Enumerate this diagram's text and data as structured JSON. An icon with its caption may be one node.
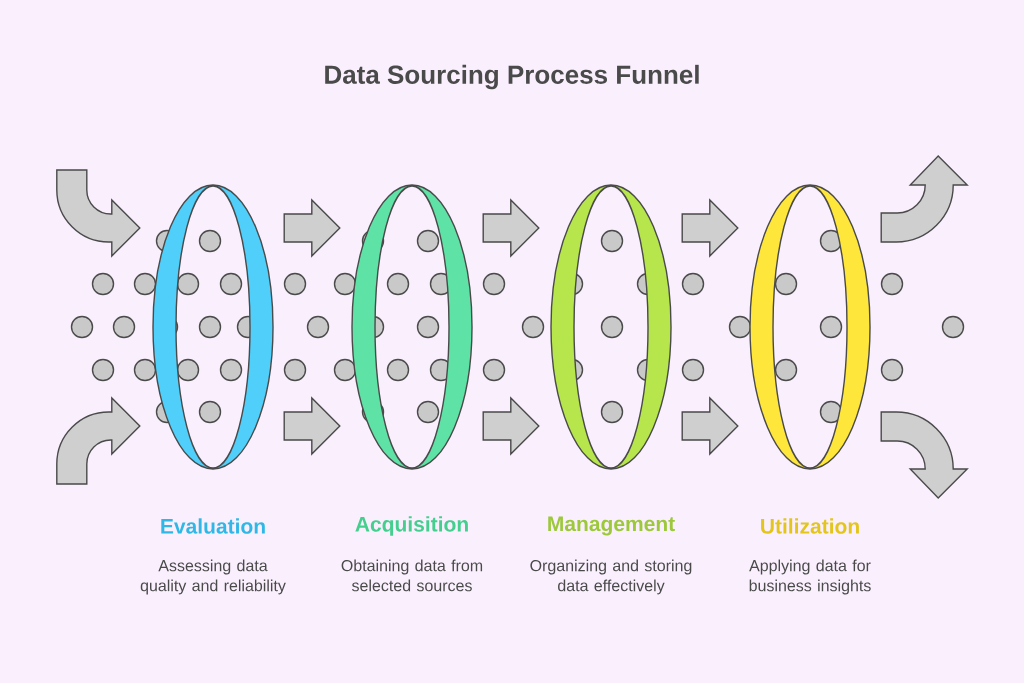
{
  "diagram": {
    "title": "Data Sourcing Process Funnel",
    "nodes": [
      {
        "text": [
          "Evaluation",
          "Assessing data quality and reliability"
        ]
      },
      {
        "text": [
          "Acquisition",
          "Obtaining data from selected sources"
        ]
      },
      {
        "text": [
          "Management",
          "Organizing and storing data effectively"
        ]
      },
      {
        "text": [
          "Utilization",
          "Applying data for business insights"
        ]
      }
    ],
    "edges": [
      {
        "from": null,
        "to": 0,
        "arrow": "to"
      },
      {
        "from": null,
        "to": 0,
        "arrow": "to"
      },
      {
        "from": 0,
        "to": 1,
        "arrow": "to"
      },
      {
        "from": 0,
        "to": 1,
        "arrow": "to"
      },
      {
        "from": 1,
        "to": 2,
        "arrow": "to"
      },
      {
        "from": 1,
        "to": 2,
        "arrow": "to"
      },
      {
        "from": 2,
        "to": 3,
        "arrow": "to"
      },
      {
        "from": 2,
        "to": 3,
        "arrow": "to"
      },
      {
        "from": 3,
        "to": null,
        "arrow": "to"
      },
      {
        "from": 3,
        "to": null,
        "arrow": "to"
      }
    ]
  }
}
